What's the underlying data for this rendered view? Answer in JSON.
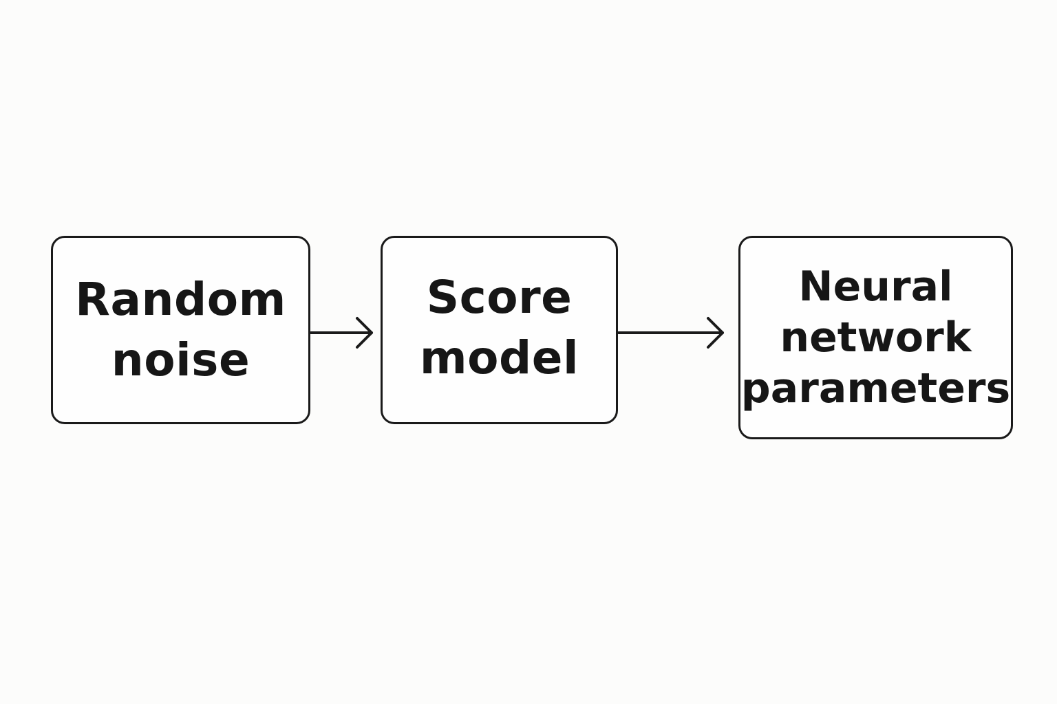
{
  "diagram": {
    "nodes": [
      {
        "id": "random-noise",
        "label": "Random\nnoise"
      },
      {
        "id": "score-model",
        "label": "Score\nmodel"
      },
      {
        "id": "neural-params",
        "label": "Neural\nnetwork\nparameters"
      }
    ],
    "edges": [
      {
        "from": "random-noise",
        "to": "score-model"
      },
      {
        "from": "score-model",
        "to": "neural-params"
      }
    ],
    "colors": {
      "background": "#fcfcfb",
      "stroke": "#1a1a1a",
      "text": "#161616"
    }
  }
}
